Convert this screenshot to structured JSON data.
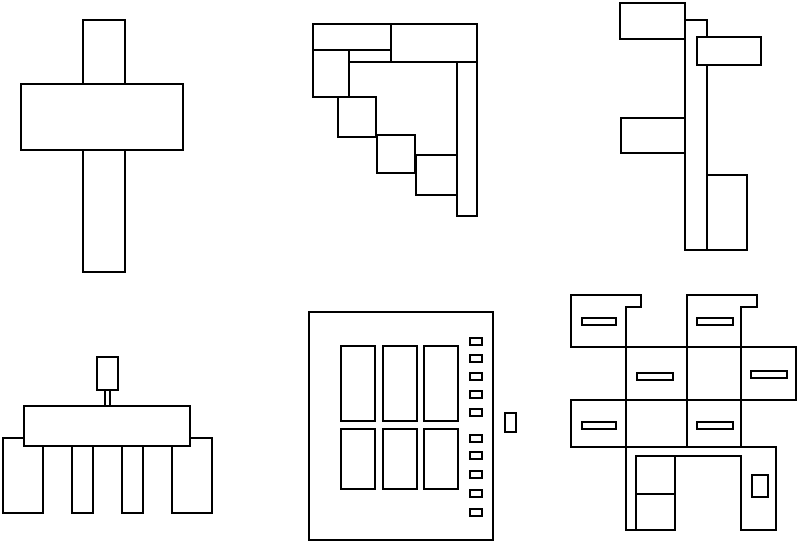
{
  "colors": {
    "background": "#ffffff",
    "stroke": "#000000"
  },
  "figures": [
    {
      "id": "cross-shape"
    },
    {
      "id": "stepped-corner-shape"
    },
    {
      "id": "spine-with-arms-shape"
    },
    {
      "id": "comb-shape"
    },
    {
      "id": "panel-with-grid-shape"
    },
    {
      "id": "checker-block-shape"
    }
  ]
}
